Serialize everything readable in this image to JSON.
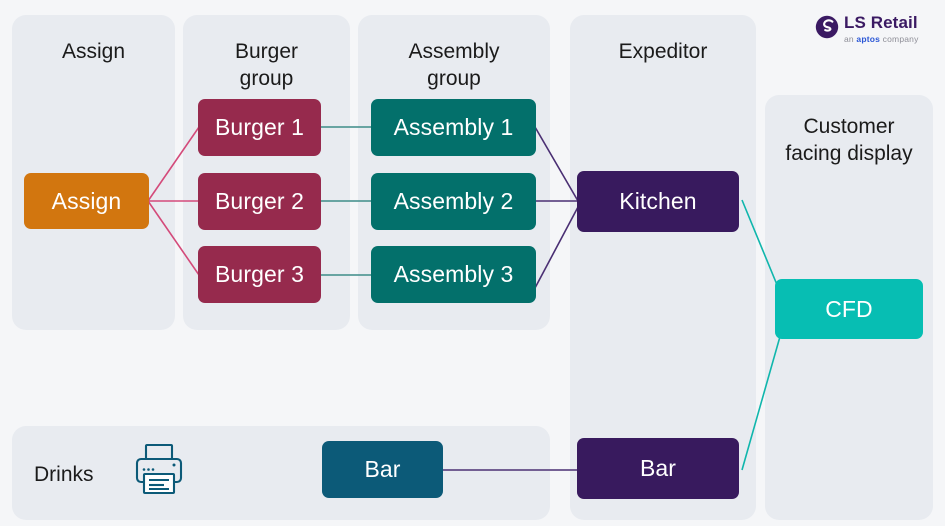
{
  "brand": {
    "logo_icon": "ls-retail-circle-s-icon",
    "name": "LS Retail",
    "tagline_prefix": "an ",
    "tagline_brand": "aptos",
    "tagline_suffix": " company",
    "logo_color": "#3b1a63",
    "tagline_brand_color": "#2b57d6"
  },
  "colors": {
    "page_background": "#f5f6f8",
    "panel_background": "#e8ebf0",
    "assign": "#d2760f",
    "burger": "#962a4d",
    "assembly": "#03706b",
    "expeditor": "#381a5e",
    "cfd": "#07beb3",
    "drinks_bar": "#0c5a78",
    "link_assign_to_burger": "#d44a7a",
    "link_burger_to_assembly": "#3d8c88",
    "link_assembly_to_expeditor": "#4a2f73",
    "link_expeditor_to_cfd": "#0fb6ac"
  },
  "panels": [
    {
      "id": "assign",
      "title": "Assign"
    },
    {
      "id": "burger",
      "title": "Burger\ngroup"
    },
    {
      "id": "assembly",
      "title": "Assembly\ngroup"
    },
    {
      "id": "expeditor",
      "title": "Expeditor"
    },
    {
      "id": "cfd",
      "title": "Customer\nfacing display"
    },
    {
      "id": "drinks",
      "title": "Drinks"
    }
  ],
  "nodes": {
    "assign": {
      "label": "Assign"
    },
    "burger_1": {
      "label": "Burger 1"
    },
    "burger_2": {
      "label": "Burger 2"
    },
    "burger_3": {
      "label": "Burger 3"
    },
    "assembly_1": {
      "label": "Assembly 1"
    },
    "assembly_2": {
      "label": "Assembly 2"
    },
    "assembly_3": {
      "label": "Assembly 3"
    },
    "kitchen": {
      "label": "Kitchen"
    },
    "expeditor_bar": {
      "label": "Bar"
    },
    "cfd": {
      "label": "CFD"
    },
    "drinks_bar": {
      "label": "Bar"
    }
  },
  "drinks": {
    "printer_icon": "printer-icon"
  },
  "diagram_data": {
    "type": "flow-diagram",
    "edges": [
      {
        "from": "assign",
        "to": "burger_1",
        "color": "#d44a7a"
      },
      {
        "from": "assign",
        "to": "burger_2",
        "color": "#d44a7a"
      },
      {
        "from": "assign",
        "to": "burger_3",
        "color": "#d44a7a"
      },
      {
        "from": "burger_1",
        "to": "assembly_1",
        "color": "#3d8c88"
      },
      {
        "from": "burger_2",
        "to": "assembly_2",
        "color": "#3d8c88"
      },
      {
        "from": "burger_3",
        "to": "assembly_3",
        "color": "#3d8c88"
      },
      {
        "from": "assembly_1",
        "to": "kitchen",
        "color": "#4a2f73"
      },
      {
        "from": "assembly_2",
        "to": "kitchen",
        "color": "#4a2f73"
      },
      {
        "from": "assembly_3",
        "to": "kitchen",
        "color": "#4a2f73"
      },
      {
        "from": "kitchen",
        "to": "cfd",
        "color": "#0fb6ac"
      },
      {
        "from": "drinks_bar",
        "to": "expeditor_bar",
        "color": "#4a2f73"
      },
      {
        "from": "expeditor_bar",
        "to": "cfd",
        "color": "#0fb6ac"
      }
    ]
  }
}
